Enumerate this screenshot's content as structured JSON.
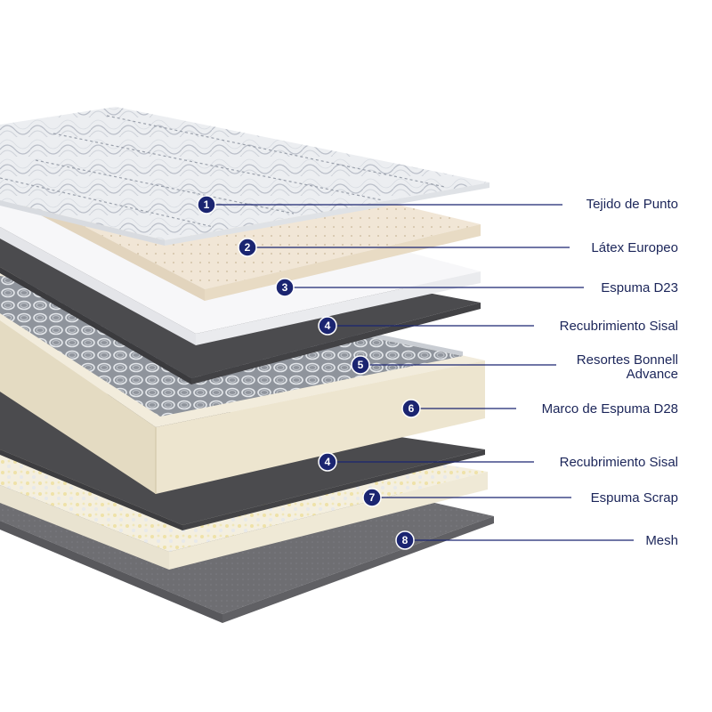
{
  "diagram": {
    "colors": {
      "accent": "#1b2571",
      "label_text": "#1b2559",
      "marker_text": "#ffffff",
      "fabric": "#eceef1",
      "latex": "#f1e6d6",
      "foam": "#f7f7f9",
      "sisal": "#4b4b4e",
      "springs": "#9a9ea6",
      "frame": "#efe9d8",
      "scrap": "#f4efdf",
      "mesh": "#6e6e72"
    },
    "layers": [
      {
        "number": "1",
        "label": "Tejido de Punto"
      },
      {
        "number": "2",
        "label": "Látex Europeo"
      },
      {
        "number": "3",
        "label": "Espuma D23"
      },
      {
        "number": "4",
        "label": "Recubrimiento Sisal"
      },
      {
        "number": "5",
        "label": "Resortes Bonnell",
        "label_line2": "Advance"
      },
      {
        "number": "6",
        "label": "Marco de Espuma D28"
      },
      {
        "number": "4",
        "label": "Recubrimiento Sisal"
      },
      {
        "number": "7",
        "label": "Espuma Scrap"
      },
      {
        "number": "8",
        "label": "Mesh"
      }
    ]
  }
}
